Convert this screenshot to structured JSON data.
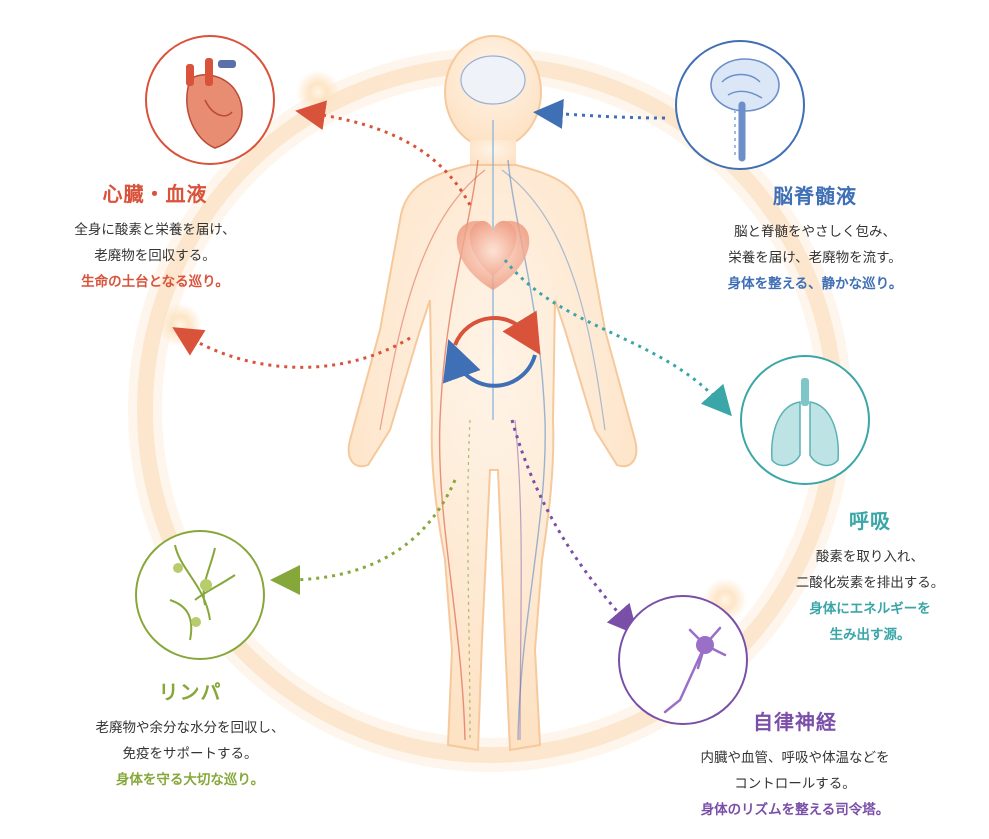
{
  "colors": {
    "heart": "#d9533b",
    "csf": "#3f6fb5",
    "breath": "#3aa6a8",
    "nerve": "#7a4fa8",
    "lymph": "#86a83b",
    "halo": "#f7c796"
  },
  "sections": {
    "heart": {
      "title": "心臓・血液",
      "line1": "全身に酸素と栄養を届け、",
      "line2": "老廃物を回収する。",
      "highlight": "生命の土台となる巡り。",
      "icon": "heart-organ-icon"
    },
    "csf": {
      "title": "脳脊髄液",
      "line1": "脳と脊髄をやさしく包み、",
      "line2": "栄養を届け、老廃物を流す。",
      "highlight": "身体を整える、静かな巡り。",
      "icon": "brain-spine-icon"
    },
    "breath": {
      "title": "呼吸",
      "line1": "酸素を取り入れ、",
      "line2": "二酸化炭素を排出する。",
      "highlight1": "身体にエネルギーを",
      "highlight2": "生み出す源。",
      "icon": "lungs-icon"
    },
    "lymph": {
      "title": "リンパ",
      "line1": "老廃物や余分な水分を回収し、",
      "line2": "免疫をサポートする。",
      "highlight": "身体を守る大切な巡り。",
      "icon": "lymph-vessel-icon"
    },
    "nerve": {
      "title": "自律神経",
      "line1": "内臓や血管、呼吸や体温などを",
      "line2": "コントロールする。",
      "highlight": "身体のリズムを整える司令塔。",
      "icon": "neuron-icon"
    }
  }
}
